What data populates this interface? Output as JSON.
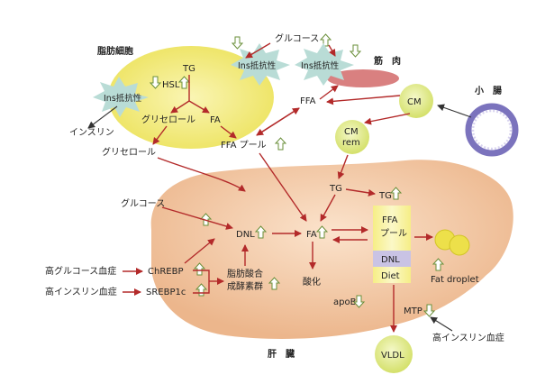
{
  "organs": {
    "adipocyte": "脂肪細胞",
    "muscle": "筋　肉",
    "intestine": "小　腸",
    "liver": "肝　臓"
  },
  "adipocyte": {
    "tg": "TG",
    "hsl": "HSL",
    "ins_resistance": "Ins抵抗性",
    "glycerol": "グリセロール",
    "fa": "FA"
  },
  "top": {
    "glucose": "グルコース",
    "ins_res_left": "Ins抵抗性",
    "ins_res_right": "Ins抵抗性",
    "ffa": "FFA",
    "cm": "CM",
    "cm_rem_1": "CM",
    "cm_rem_2": "rem"
  },
  "left_outputs": {
    "insulin": "インスリン",
    "glycerol_out": "グリセロール"
  },
  "ffa_pool": "FFA プール",
  "liver": {
    "glucose": "グルコース",
    "tg_top": "TG",
    "tg_right": "TG",
    "dnl": "DNL",
    "fa": "FA",
    "ffa_pool_1": "FFA",
    "ffa_pool_2": "プール",
    "dnl_box": "DNL",
    "diet": "Diet",
    "fat_droplet": "Fat droplet",
    "chrebp": "ChREBP",
    "srebp1c": "SREBP1c",
    "enzymes_1": "脂肪酸合",
    "enzymes_2": "成酵素群",
    "oxidation": "酸化",
    "apob": "apoB",
    "mtp": "MTP",
    "vldl": "VLDL"
  },
  "conditions": {
    "hyperglycemia": "高グルコース血症",
    "hyperinsulinemia_left": "高インスリン血症",
    "hyperinsulinemia_right": "高インスリン血症"
  },
  "colors": {
    "adipocyte_fill": "#f3ec7a",
    "liver_fill": "#f3c9a4",
    "muscle_fill": "#d98080",
    "cm_fill": "#e2ec8e",
    "arrow": "#b32a2a",
    "burst": "#b9dcd6",
    "pool_fill": "#f7f29c",
    "dnl_box_fill": "#c9c3e4"
  }
}
